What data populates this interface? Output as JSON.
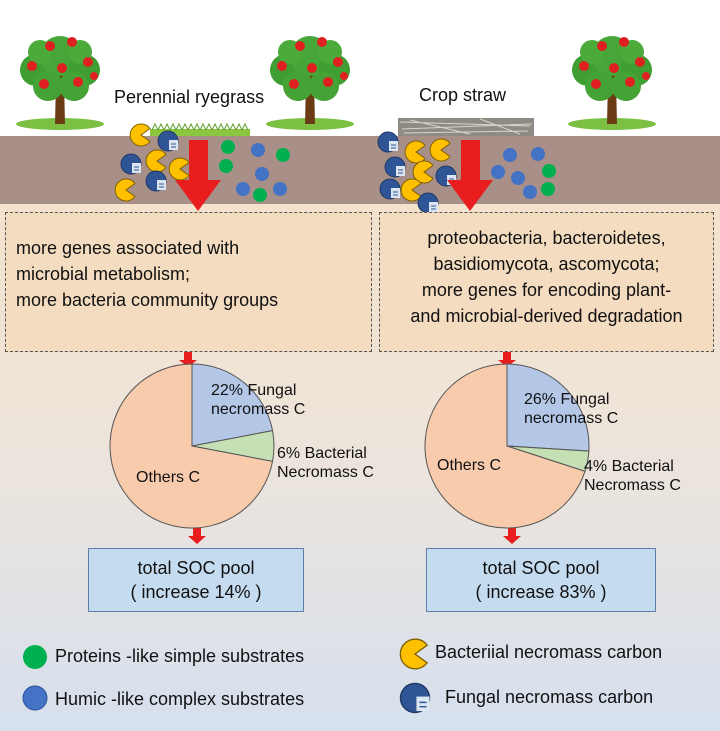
{
  "left": {
    "topic": "Perennial ryegrass",
    "mechanism_lines": [
      "more genes  associated with",
      "microbial metabolism;",
      "more bacteria community groups"
    ],
    "pie": {
      "fungal_label": [
        "22%  Fungal",
        "necromass C"
      ],
      "bacterial_label": [
        "6% Bacterial",
        "Necromass C"
      ],
      "others_label": "Others C"
    },
    "soc": {
      "line1": "total SOC pool",
      "line2": "(    increase 14% )"
    }
  },
  "right": {
    "topic": "Crop straw",
    "mechanism_lines": [
      "proteobacteria, bacteroidetes,",
      "basidiomycota, ascomycota;",
      "more genes for encoding plant-",
      "and microbial-derived degradation"
    ],
    "pie": {
      "fungal_label": [
        "26% Fungal",
        "necromass C"
      ],
      "bacterial_label": [
        "4%  Bacterial",
        "Necromass C"
      ],
      "others_label": "Others C"
    },
    "soc": {
      "line1": "total SOC pool",
      "line2": "(    increase 83% )"
    }
  },
  "legend": {
    "protein": "Proteins -like simple substrates",
    "humic": "Humic -like complex substrates",
    "bacterial": "Bacteriial necromass carbon",
    "fungal": "Fungal necromass carbon"
  },
  "chart_data": [
    {
      "type": "pie",
      "labels": [
        "Fungal necromass C",
        "Bacterial Necromass C",
        "Others C"
      ],
      "values": [
        22,
        6,
        72
      ]
    },
    {
      "type": "pie",
      "labels": [
        "Fungal necromass C",
        "Bacterial Necromass C",
        "Others C"
      ],
      "values": [
        26,
        4,
        70
      ]
    }
  ],
  "colors": {
    "soil": "#a89088",
    "background": "#f6e4ce",
    "arrow": "#e81e1e",
    "fungal_slice": "#b4c7e7",
    "bacterial_slice": "#c5e0b4",
    "others_slice": "#f8cbad",
    "protein_dot": "#00b050",
    "humic_dot": "#4472c4",
    "bacteria_icon": "#ffc000",
    "soc_box": "#c5dcf0"
  }
}
